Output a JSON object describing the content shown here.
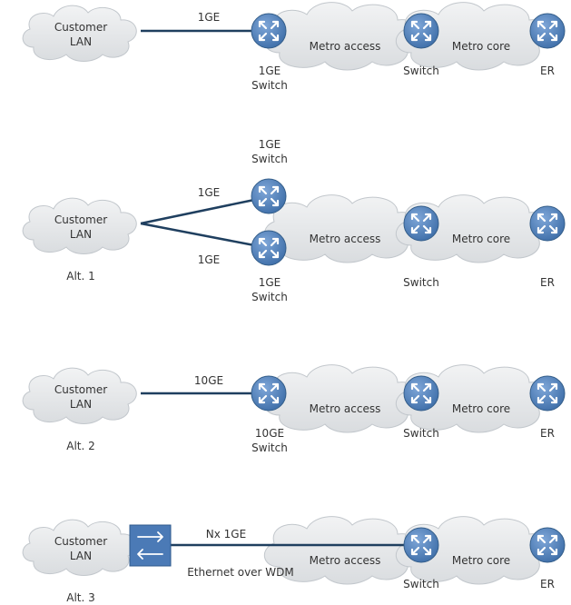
{
  "colors": {
    "link": "#1f3f5f",
    "router": "#4f7fbe",
    "cloud": "#e3e5e7",
    "text": "#333333"
  },
  "scenario1": {
    "customer": [
      "Customer",
      "LAN"
    ],
    "link": "1GE",
    "switch": [
      "1GE",
      "Switch"
    ],
    "metro_access": "Metro access",
    "metro_core": "Metro core",
    "switch2": "Switch",
    "er": "ER"
  },
  "scenario2": {
    "customer": [
      "Customer",
      "LAN"
    ],
    "link_top": "1GE",
    "link_bottom": "1GE",
    "switch_top": [
      "1GE",
      "Switch"
    ],
    "switch_bottom": [
      "1GE",
      "Switch"
    ],
    "metro_access": "Metro access",
    "metro_core": "Metro core",
    "switch2": "Switch",
    "er": "ER",
    "alt": "Alt. 1"
  },
  "scenario3": {
    "customer": [
      "Customer",
      "LAN"
    ],
    "link": "10GE",
    "switch": [
      "10GE",
      "Switch"
    ],
    "metro_access": "Metro access",
    "metro_core": "Metro core",
    "switch2": "Switch",
    "er": "ER",
    "alt": "Alt. 2"
  },
  "scenario4": {
    "customer": [
      "Customer",
      "LAN"
    ],
    "link": "Nx 1GE",
    "link_sub": "Ethernet over WDM",
    "metro_access": "Metro access",
    "metro_core": "Metro core",
    "switch2": "Switch",
    "er": "ER",
    "alt": "Alt. 3"
  }
}
